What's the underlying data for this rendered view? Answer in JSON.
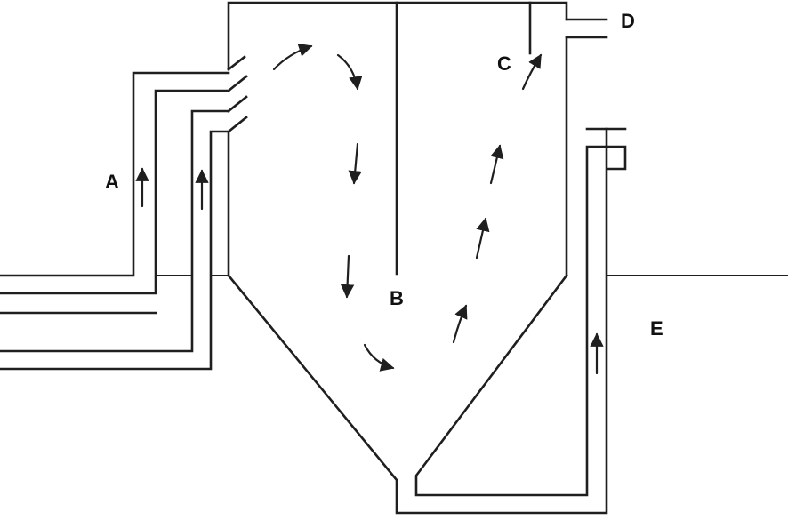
{
  "labels": {
    "a": "A",
    "b": "B",
    "c": "C",
    "d": "D",
    "e": "E"
  },
  "colors": {
    "stroke": "#1f1f1f",
    "background": "#ffffff"
  }
}
